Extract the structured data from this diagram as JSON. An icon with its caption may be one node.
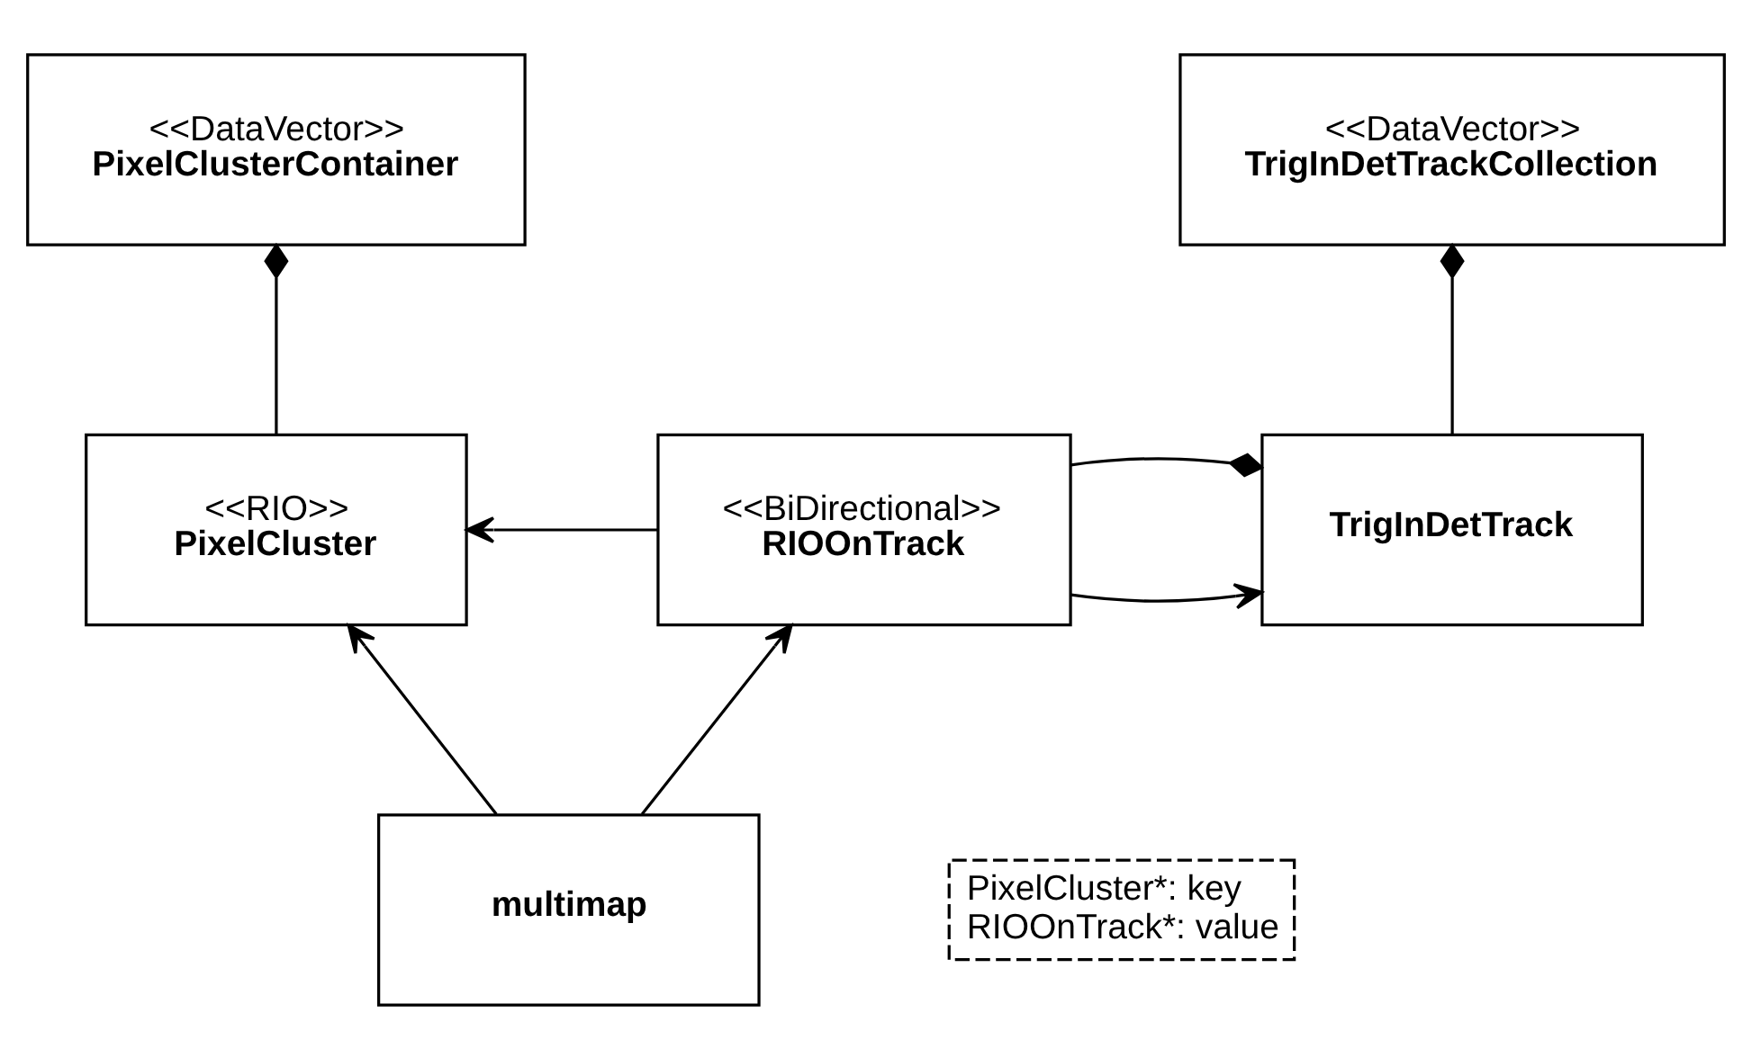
{
  "diagram": {
    "nodes": [
      {
        "text": [
          "<<DataVector>>",
          "PixelClusterContainer"
        ]
      },
      {
        "text": [
          "<<DataVector>>",
          "TrigInDetTrackCollection"
        ]
      },
      {
        "text": [
          "<<RIO>>",
          "PixelCluster"
        ]
      },
      {
        "text": [
          "<<BiDirectional>>",
          "RIOOnTrack"
        ]
      },
      {
        "text": [
          "TrigInDetTrack"
        ]
      },
      {
        "text": [
          "multimap"
        ]
      },
      {
        "text": [
          "PixelCluster*: key",
          "RIOOnTrack*: value"
        ]
      }
    ],
    "edges": [
      {
        "from": 2,
        "to": 0,
        "arrow": "other"
      },
      {
        "from": 4,
        "to": 1,
        "arrow": "other"
      },
      {
        "from": 3,
        "to": 2,
        "arrow": "to"
      },
      {
        "from": 3,
        "to": 4,
        "arrow": "to"
      },
      {
        "from": 3,
        "to": 4,
        "arrow": "other"
      },
      {
        "from": 5,
        "to": 2,
        "arrow": "to"
      },
      {
        "from": 5,
        "to": 3,
        "arrow": "to"
      }
    ]
  }
}
